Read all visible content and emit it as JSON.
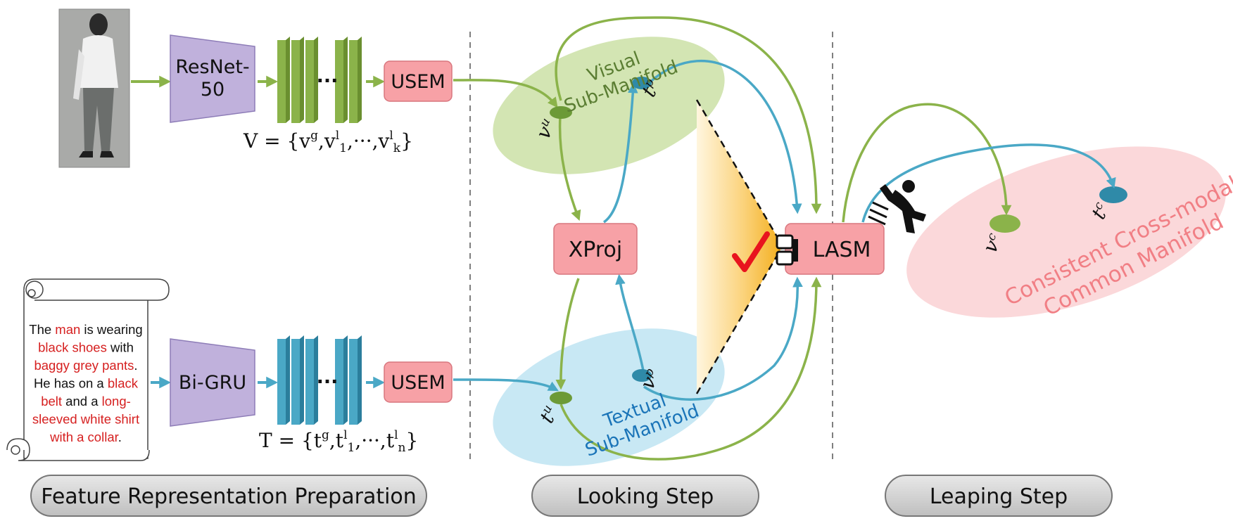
{
  "colors": {
    "green": "#8bb34a",
    "blue": "#4aa8c6",
    "purple": "#c0b1dc",
    "pink_box": "#f7a1a6",
    "visual_manifold": "#d3e5b3",
    "textual_manifold": "#c8e8f4",
    "common_manifold": "#fbd8da",
    "gray_button": "#cccccc",
    "red_text": "#d62020",
    "check": "#e8141e"
  },
  "sections": {
    "feature": "Feature Representation Preparation",
    "looking": "Looking Step",
    "leaping": "Leaping Step"
  },
  "visual_branch": {
    "encoder": [
      "ResNet-",
      "50"
    ],
    "dots": "···",
    "usem": "USEM",
    "set": {
      "lhs": "V = {v",
      "g": "g",
      "l": "l",
      "one": "1",
      "k": "k",
      "mid": ",···,v"
    }
  },
  "textual_branch": {
    "encoder": "Bi-GRU",
    "dots": "···",
    "usem": "USEM",
    "set": {
      "lhs": "T = {t",
      "g": "g",
      "l": "l",
      "one": "1",
      "n": "n",
      "mid": ",···,t"
    }
  },
  "description": [
    [
      {
        "t": "The ",
        "red": false
      },
      {
        "t": "man",
        "red": true
      },
      {
        "t": " is wearing",
        "red": false
      }
    ],
    [
      {
        "t": "black shoes",
        "red": true
      },
      {
        "t": " with",
        "red": false
      }
    ],
    [
      {
        "t": "baggy grey pants",
        "red": true
      },
      {
        "t": ".",
        "red": false
      }
    ],
    [
      {
        "t": "He has on a ",
        "red": false
      },
      {
        "t": "black",
        "red": true
      }
    ],
    [
      {
        "t": "belt",
        "red": true
      },
      {
        "t": " and a ",
        "red": false
      },
      {
        "t": "long-",
        "red": true
      }
    ],
    [
      {
        "t": "sleeved white shirt",
        "red": true
      }
    ],
    [
      {
        "t": "with a collar",
        "red": true
      },
      {
        "t": ".",
        "red": false
      }
    ]
  ],
  "manifolds": {
    "visual": [
      "Visual",
      "Sub-Manifold"
    ],
    "textual": [
      "Textual",
      "Sub-Manifold"
    ],
    "common": [
      "Consistent Cross-modal",
      "Common Manifold"
    ]
  },
  "modules": {
    "xproj": "XProj",
    "lasm": "LASM"
  },
  "points": {
    "vu": {
      "base": "v",
      "sub": "u"
    },
    "tp": {
      "base": "t",
      "sub": "p"
    },
    "tu": {
      "base": "t",
      "sub": "u"
    },
    "vp": {
      "base": "v",
      "sub": "p"
    },
    "vc": {
      "base": "v",
      "sub": "c"
    },
    "tc": {
      "base": "t",
      "sub": "c"
    }
  }
}
